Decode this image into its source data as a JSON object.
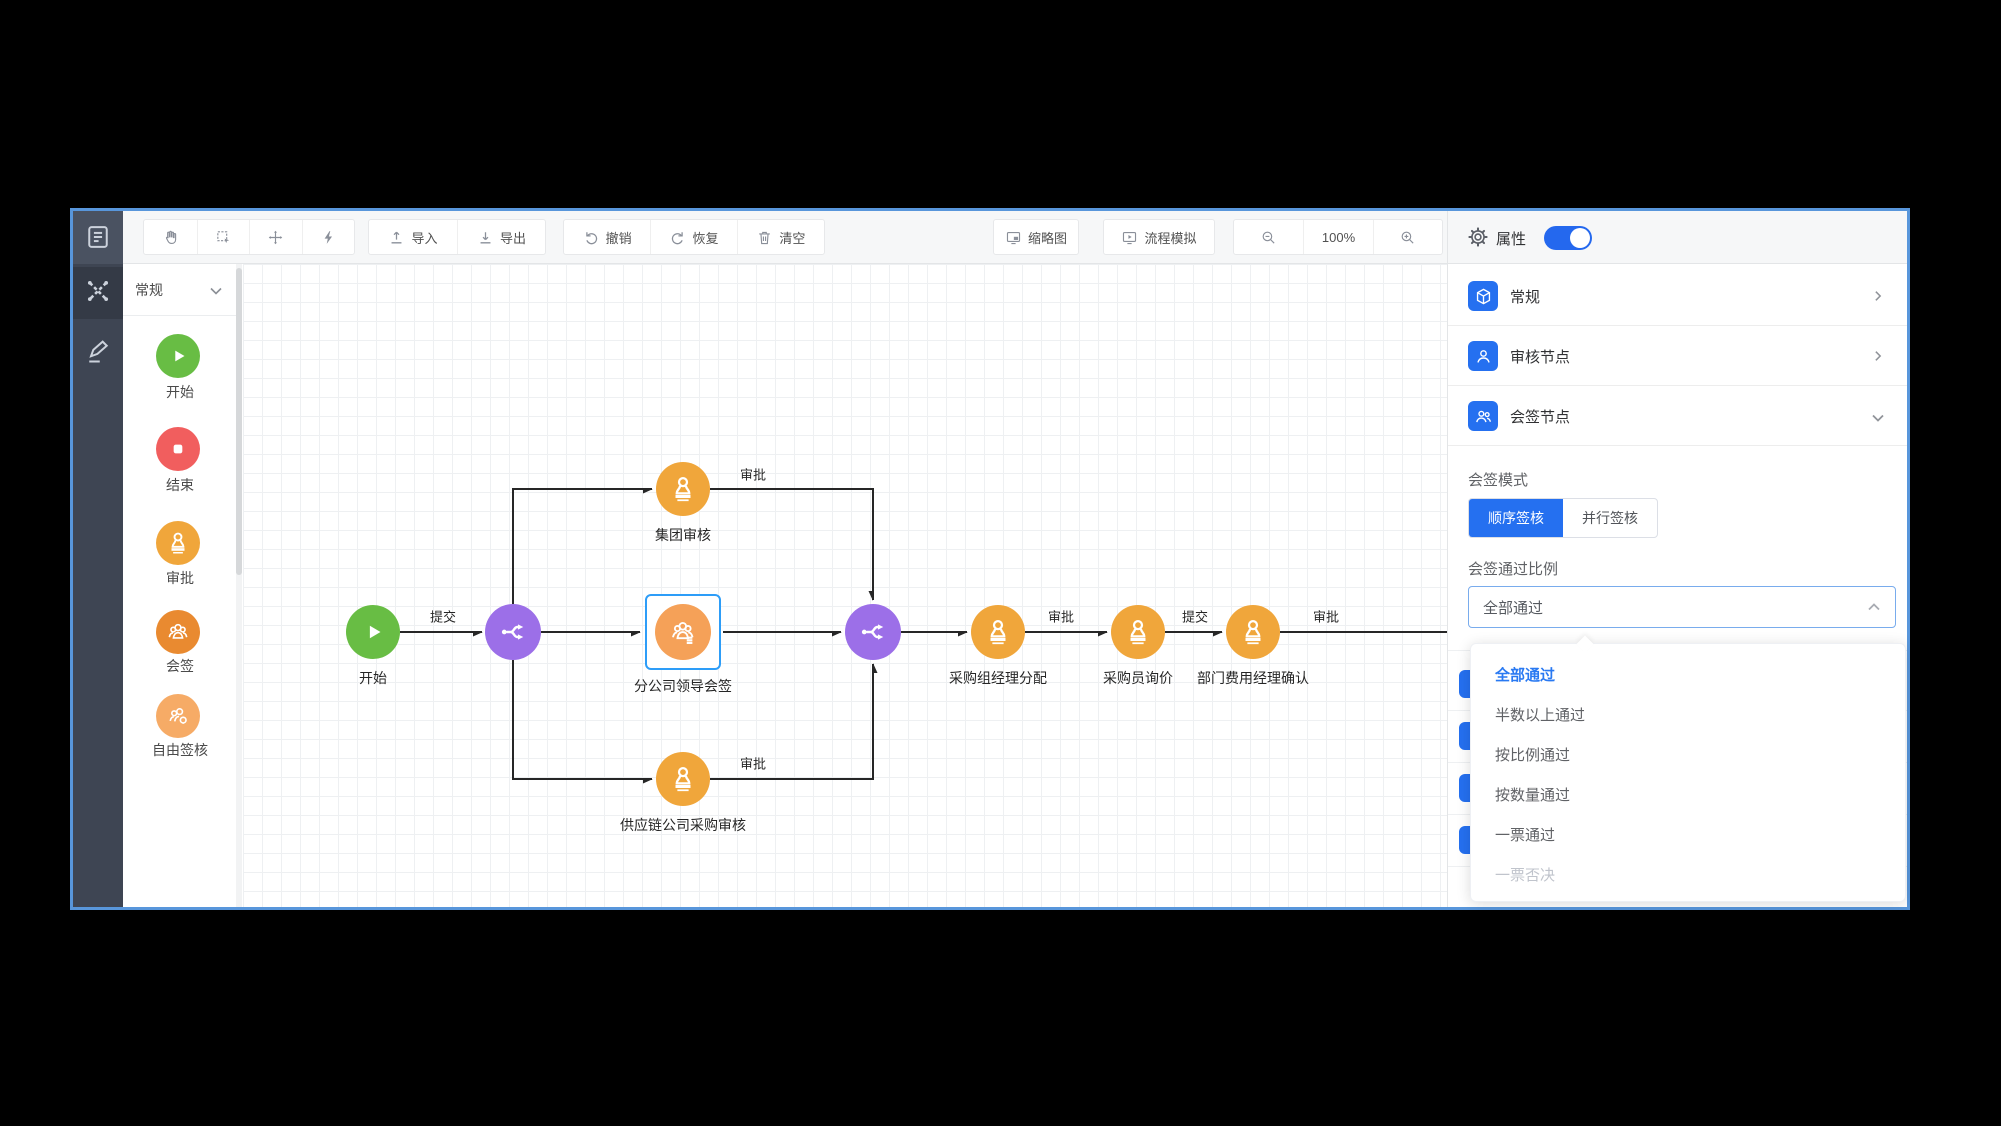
{
  "colors": {
    "accent_blue": "#2570f0",
    "window_border_blue": "#5896db",
    "selection_blue": "#2d9df8",
    "start_green": "#68bd44",
    "end_red": "#f15e5e",
    "approve_amber": "#f0a63b",
    "countersign_orange": "#e98a30",
    "free_sign_orange": "#f6ab66",
    "gateway_purple": "#9c6fe8",
    "rail_dark": "#3e4553"
  },
  "toolbar": {
    "tool_icons": [
      "pan-hand",
      "marquee-select",
      "move",
      "quick-connect"
    ],
    "import_label": "导入",
    "export_label": "导出",
    "undo_label": "撤销",
    "redo_label": "恢复",
    "clear_label": "清空",
    "minimap_label": "缩略图",
    "simulate_label": "流程模拟",
    "zoom_level": "100%"
  },
  "palette": {
    "group_label": "常规",
    "items": [
      {
        "type": "start",
        "label": "开始"
      },
      {
        "type": "end",
        "label": "结束"
      },
      {
        "type": "approve",
        "label": "审批"
      },
      {
        "type": "countersign",
        "label": "会签"
      },
      {
        "type": "free-sign",
        "label": "自由签核"
      }
    ]
  },
  "canvas": {
    "nodes": [
      {
        "type": "start",
        "label": "开始"
      },
      {
        "type": "gateway",
        "label": ""
      },
      {
        "type": "approve",
        "label": "集团审核"
      },
      {
        "type": "countersign-selected",
        "label": "分公司领导会签"
      },
      {
        "type": "approve",
        "label": "供应链公司采购审核"
      },
      {
        "type": "gateway",
        "label": ""
      },
      {
        "type": "approve",
        "label": "采购组经理分配"
      },
      {
        "type": "approve",
        "label": "采购员询价"
      },
      {
        "type": "approve",
        "label": "部门费用经理确认"
      }
    ],
    "edge_labels": [
      "提交",
      "审批",
      "审批",
      "审批",
      "提交",
      "审批"
    ]
  },
  "props": {
    "title": "属性",
    "toggle_on": true,
    "sections": [
      {
        "label": "常规",
        "state": "collapsed"
      },
      {
        "label": "审核节点",
        "state": "collapsed"
      },
      {
        "label": "会签节点",
        "state": "expanded"
      }
    ],
    "sign_mode": {
      "label": "会签模式",
      "options": [
        "顺序签核",
        "并行签核"
      ],
      "selected": "顺序签核"
    },
    "pass_ratio": {
      "label": "会签通过比例",
      "value": "全部通过",
      "options": [
        "全部通过",
        "半数以上通过",
        "按比例通过",
        "按数量通过",
        "一票通过",
        "一票否决"
      ],
      "selected": "全部通过",
      "disabled_option": "一票否决"
    }
  }
}
